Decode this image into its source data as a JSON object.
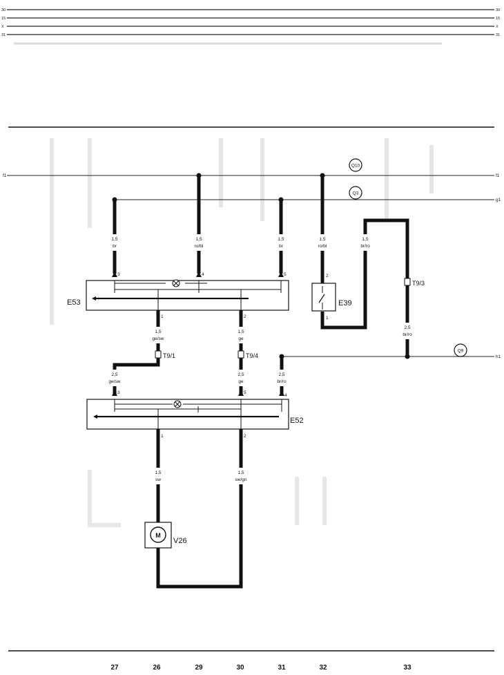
{
  "rails": {
    "top": [
      {
        "left": "30",
        "right": "30"
      },
      {
        "left": "15",
        "right": "15"
      },
      {
        "left": "X",
        "right": "X"
      },
      {
        "left": "31",
        "right": "31"
      }
    ],
    "mid": [
      {
        "left": "f1",
        "right": "f1"
      },
      {
        "right": "g1"
      },
      {
        "right": "h1"
      }
    ]
  },
  "refs": [
    "Q10",
    "Q3",
    "Q9"
  ],
  "components": {
    "e53": "E53",
    "e39": "E39",
    "e52": "E52",
    "v26": "V26",
    "t9_1": "T9/1",
    "t9_4": "T9/4",
    "t9_3": "T9/3"
  },
  "pins": {
    "e53": [
      "3",
      "4",
      "5",
      "1",
      "2"
    ],
    "e39": [
      "2",
      "1"
    ],
    "e52": [
      "3",
      "5",
      "4",
      "1",
      "2"
    ]
  },
  "wires": [
    {
      "size": "1,5",
      "color": "br"
    },
    {
      "size": "1,5",
      "color": "ro/bl"
    },
    {
      "size": "1,5",
      "color": "br"
    },
    {
      "size": "1,5",
      "color": "ro/bl"
    },
    {
      "size": "1,5",
      "color": "br/ro"
    },
    {
      "size": "1,5",
      "color": "ge/sw"
    },
    {
      "size": "1,5",
      "color": "ge"
    },
    {
      "size": "2,5",
      "color": "br/ro"
    },
    {
      "size": "2,5",
      "color": "ge/sw"
    },
    {
      "size": "2,5",
      "color": "ge"
    },
    {
      "size": "2,5",
      "color": "br/ro"
    },
    {
      "size": "1,5",
      "color": "sw"
    },
    {
      "size": "1,5",
      "color": "sw/gn"
    }
  ],
  "tracks": [
    "27",
    "26",
    "29",
    "30",
    "31",
    "32",
    "33"
  ]
}
